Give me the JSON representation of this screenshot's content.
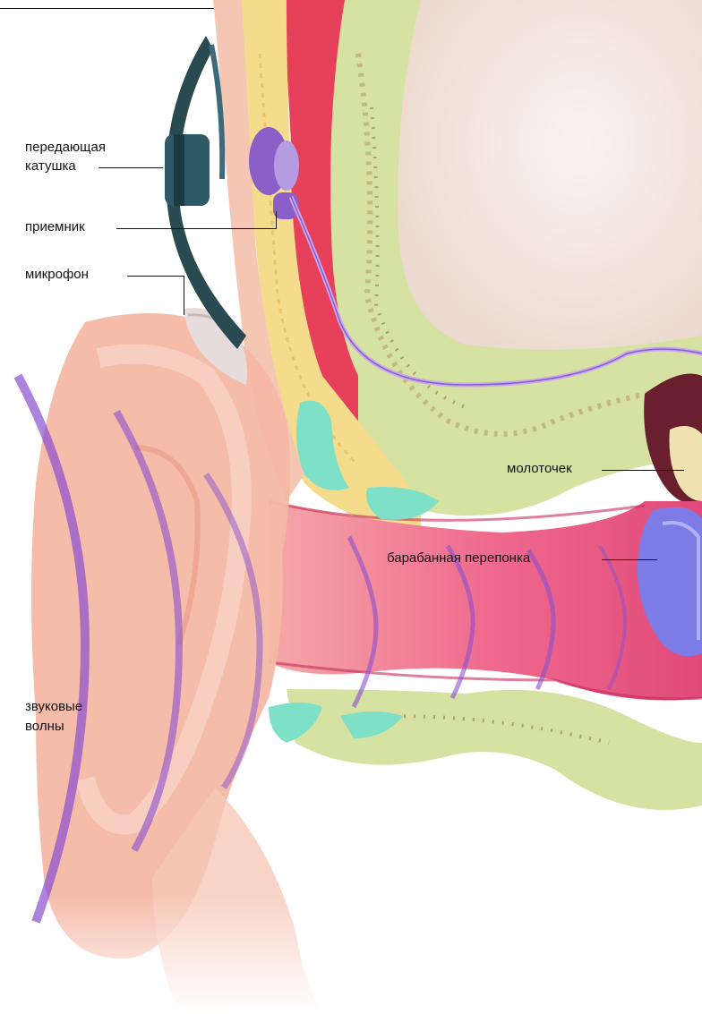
{
  "labels": {
    "transmit_coil_line1": "передающая",
    "transmit_coil_line2": "катушка",
    "receiver": "приемник",
    "microphone": "микрофон",
    "malleus": "молоточек",
    "eardrum": "барабанная перепонка",
    "sound_waves_line1": "звуковые",
    "sound_waves_line2": "волны"
  },
  "colors": {
    "skin": "#f4b8a4",
    "canal": "#f06a8e",
    "bone": "#d6e2a2",
    "fat": "#f5dc8c",
    "muscle": "#e6405a",
    "brain_cavity": "#f1e4dd",
    "implant_dark": "#2a4a52",
    "implant_purple": "#8a5fc8",
    "wave": "#8a4fd0",
    "eardrum_blue": "#7d7ce6",
    "teal": "#7fe0c8"
  }
}
